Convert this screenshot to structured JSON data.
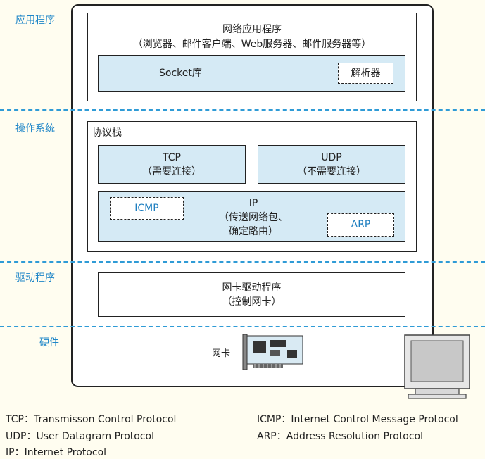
{
  "layers": {
    "application": "应用程序",
    "os": "操作系统",
    "driver": "驱动程序",
    "hardware": "硬件"
  },
  "app_box": {
    "title": "网络应用程序",
    "subtitle": "（浏览器、邮件客户端、Web服务器、邮件服务器等）",
    "socket": "Socket库",
    "resolver": "解析器"
  },
  "stack": {
    "title": "协议栈",
    "tcp_name": "TCP",
    "tcp_desc": "（需要连接）",
    "udp_name": "UDP",
    "udp_desc": "（不需要连接）",
    "ip_name": "IP",
    "ip_desc1": "（传送网络包、",
    "ip_desc2": "确定路由）",
    "icmp": "ICMP",
    "arp": "ARP"
  },
  "driver_box": {
    "title": "网卡驱动程序",
    "desc": "（控制网卡）"
  },
  "hardware_box": {
    "nic": "网卡"
  },
  "legend": {
    "tcp": "TCP：Transmisson Control Protocol",
    "udp": "UDP：User Datagram Protocol",
    "ip": "IP：Internet Protocol",
    "icmp": "ICMP：Internet Control Message Protocol",
    "arp": "ARP：Address Resolution Protocol"
  },
  "colors": {
    "accent": "#1f86c8",
    "fill": "#d5eaf5"
  }
}
